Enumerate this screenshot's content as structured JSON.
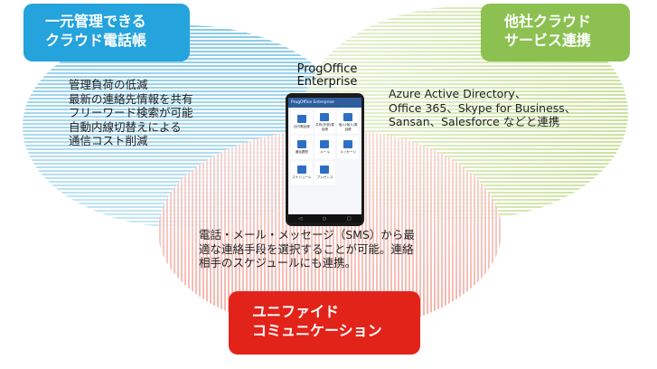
{
  "circles": {
    "left": {
      "badge_lines": [
        "一元管理できる",
        "クラウド電話帳"
      ],
      "badge_color": "#24a3dc",
      "fill_color": "#5fb9e3"
    },
    "right": {
      "badge_lines": [
        "他社クラウド",
        "サービス連携"
      ],
      "badge_color": "#8cc152",
      "fill_color": "#b7d97c"
    },
    "bottom": {
      "badge_lines": [
        "ユニファイド",
        "コミュニケーション"
      ],
      "badge_color": "#e2231a",
      "fill_color": "#f08f83"
    }
  },
  "left_text": [
    "管理負荷の低減",
    "最新の連絡先情報を共有",
    "フリーワード検索が可能",
    "自動内線切替えによる",
    "通信コスト削減"
  ],
  "right_text": [
    "Azure Active Directory、",
    "Office 365、Skype for Business、",
    "Sansan、Salesforce などと連携"
  ],
  "bottom_text": [
    "電話・メール・メッセージ（SMS）から最",
    "適な連絡手段を選択することが可能。連絡",
    "相手のスケジュールにも連携。"
  ],
  "product": {
    "title_lines": [
      "ProgOffice",
      "Enterprise"
    ],
    "app_title": "ProgOffice Enterprise",
    "tiles": [
      {
        "label": "社内電話帳",
        "icon_color": "#2e6fc4"
      },
      {
        "label": "共有(外部)電話帳",
        "icon_color": "#2e6fc4"
      },
      {
        "label": "個人(個人)電話帳",
        "icon_color": "#2e6fc4"
      },
      {
        "label": "通話履歴",
        "icon_color": "#2e6fc4"
      },
      {
        "label": "メール",
        "icon_color": "#2e6fc4"
      },
      {
        "label": "メッセージ",
        "icon_color": "#2e6fc4"
      },
      {
        "label": "スケジュール",
        "icon_color": "#2e6fc4"
      },
      {
        "label": "プレゼンス",
        "icon_color": "#2e6fc4"
      }
    ],
    "nav_icons": [
      "back-icon",
      "home-icon",
      "recent-icon"
    ]
  }
}
